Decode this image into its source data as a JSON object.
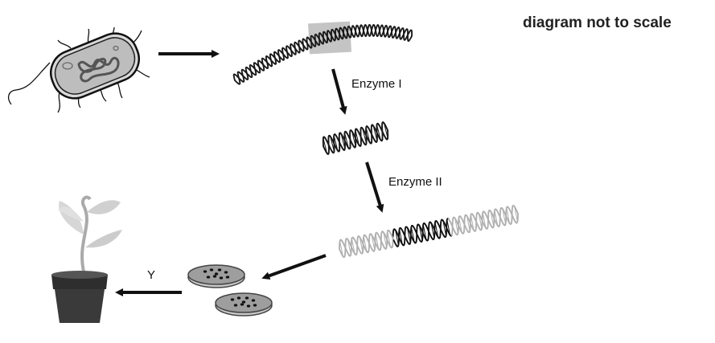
{
  "note": "diagram not to scale",
  "labels": {
    "enzyme_1": "Enzyme I",
    "enzyme_2": "Enzyme II",
    "step_y": "Y"
  },
  "stages": [
    {
      "id": "bacterium",
      "description": "bacterial cell with circular DNA"
    },
    {
      "id": "dna-strand",
      "description": "DNA with highlighted gene segment"
    },
    {
      "id": "gene-fragment",
      "description": "cut gene fragment"
    },
    {
      "id": "recombinant-dna",
      "description": "gene inserted into vector DNA"
    },
    {
      "id": "petri-dishes",
      "description": "two culture plates with colonies"
    },
    {
      "id": "plant",
      "description": "potted transgenic plant"
    }
  ],
  "colors": {
    "ink": "#111111",
    "cell_fill": "#bdbdbd",
    "highlight": "#c2c2c2",
    "vector_strand": "#b0b0b0",
    "pot": "#3a3a3a",
    "leaf": "#d4d4d4"
  }
}
